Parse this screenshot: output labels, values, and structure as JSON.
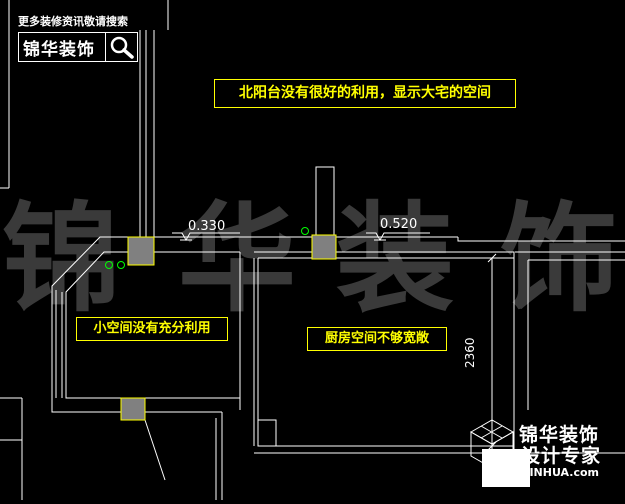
{
  "header": {
    "banner_text": "更多装修资讯敬请搜索",
    "brand_name": "锦华装饰",
    "search_icon": "search-icon"
  },
  "watermark": {
    "chars": [
      "锦",
      "华",
      "装",
      "饰"
    ]
  },
  "callouts": {
    "north_balcony": "北阳台没有很好的利用，显示大宅的空间",
    "small_space": "小空间没有充分利用",
    "kitchen": "厨房空间不够宽敞"
  },
  "dimensions": {
    "level_left": "0.330",
    "level_right": "0.520",
    "kitchen_depth": "2360"
  },
  "footer": {
    "brand": "锦华装饰",
    "subtitle": "设计专家",
    "url": "JINHUA.com",
    "logo_icon": "cube-logo-icon"
  },
  "colors": {
    "background": "#000000",
    "walls": "#ffffff",
    "callout": "#ffff00",
    "column": "#808080",
    "column_border": "#ffff00",
    "vent": "#00ff00",
    "watermark": "#3a3a3a"
  }
}
